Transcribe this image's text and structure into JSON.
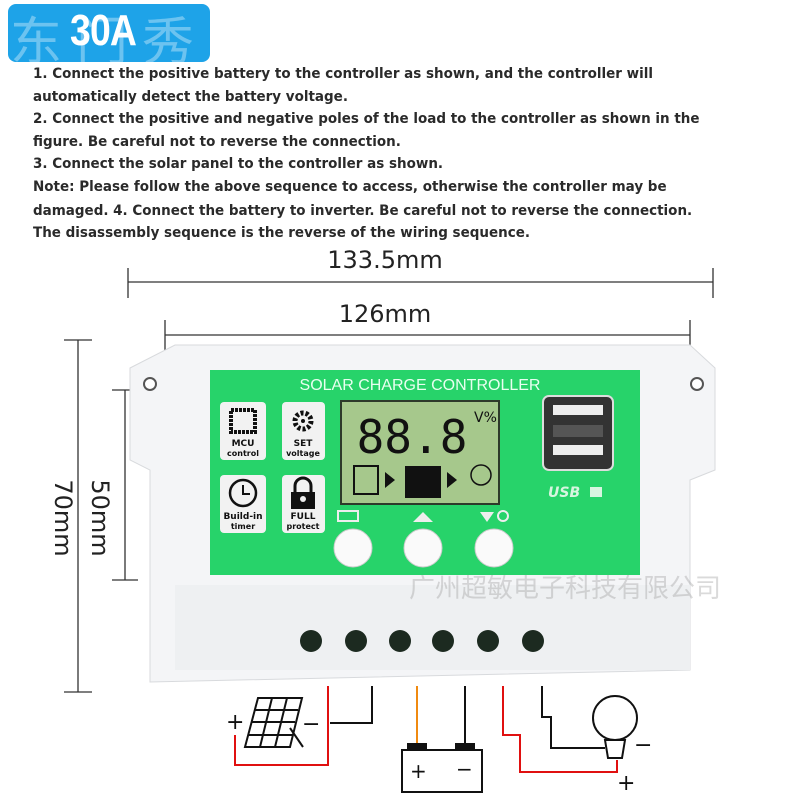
{
  "badge": {
    "label": "30A",
    "color": "#1ea3e8"
  },
  "watermarks": {
    "top": "东门秀商贸",
    "middle": "广州超敏电子科技有限公司"
  },
  "instructions": [
    "1. Connect the positive battery to the controller as shown, and the controller will",
    " automatically detect the battery voltage.",
    "2. Connect the positive and negative poles of the load to the controller as shown in the",
    "figure. Be careful not to reverse the connection.",
    "3. Connect the solar panel to the controller as shown.",
    "Note: Please follow the above sequence to access, otherwise the controller may be",
    "damaged.  4. Connect the battery to inverter. Be careful not to reverse the connection.",
    "The disassembly sequence is the reverse of the wiring sequence."
  ],
  "dimensions": {
    "outer_width": "133.5mm",
    "inner_width": "126mm",
    "outer_height": "70mm",
    "inner_height": "50mm"
  },
  "device": {
    "title": "SOLAR CHARGE CONTROLLER",
    "panel_color": "#27d36a",
    "lcd_digits": "88.8",
    "lcd_unit": "V%",
    "features": [
      {
        "icon": "chip-icon",
        "line1": "MCU",
        "line2": "control"
      },
      {
        "icon": "gear-icon",
        "line1": "SET",
        "line2": "voltage"
      },
      {
        "icon": "clock-icon",
        "line1": "Build-in",
        "line2": "timer"
      },
      {
        "icon": "lock-icon",
        "line1": "FULL",
        "line2": "protect"
      }
    ],
    "usb_label": "USB",
    "buttons": [
      "menu-button",
      "up-button",
      "down-load-button"
    ]
  },
  "wiring": {
    "plus": "+",
    "minus": "−"
  }
}
